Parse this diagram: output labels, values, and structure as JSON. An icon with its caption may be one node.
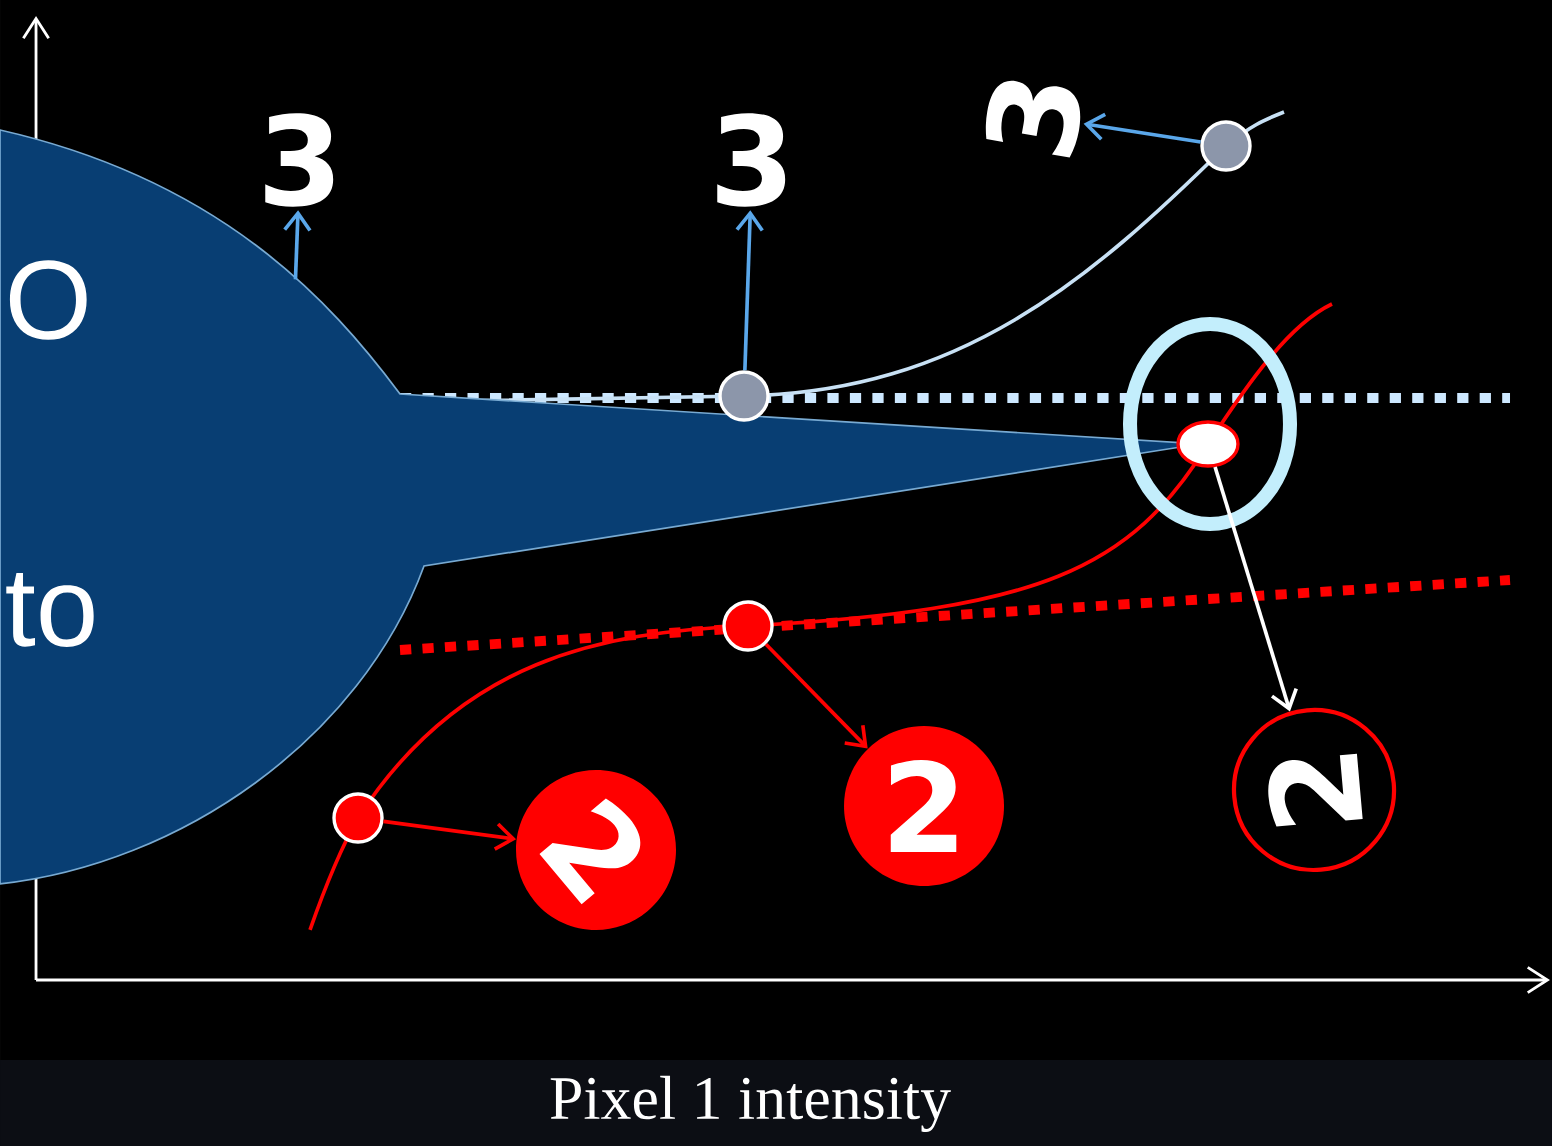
{
  "diagram": {
    "nodes": [
      {
        "text": [
          "O",
          "to"
        ]
      },
      {
        "text": [
          "3"
        ]
      },
      {
        "text": [
          "3"
        ]
      },
      {
        "text": [
          "3"
        ]
      },
      {
        "text": [],
        "shape": "circle"
      },
      {
        "text": [],
        "shape": "circle"
      },
      {
        "text": [],
        "shape": "circle"
      },
      {
        "text": [],
        "shape": "circle"
      },
      {
        "text": [],
        "shape": "circle"
      },
      {
        "text": [
          "2"
        ]
      },
      {
        "text": [
          "2"
        ]
      },
      {
        "text": [
          "2"
        ]
      }
    ],
    "edges": [
      {
        "from": 0,
        "to": 1,
        "arrow": "to",
        "color": "#5aa7ea"
      },
      {
        "from": 4,
        "to": 2,
        "arrow": "to",
        "color": "#5aa7ea"
      },
      {
        "from": 5,
        "to": 3,
        "arrow": "to",
        "color": "#5aa7ea"
      },
      {
        "from": 6,
        "to": 11,
        "arrow": "to",
        "color": "#ffffff"
      },
      {
        "from": 7,
        "to": 10,
        "arrow": "to",
        "color": "#ff0000"
      },
      {
        "from": 8,
        "to": 9,
        "arrow": "to",
        "color": "#ff0000"
      }
    ],
    "labels": [
      "Pixel 1 intensity"
    ]
  }
}
